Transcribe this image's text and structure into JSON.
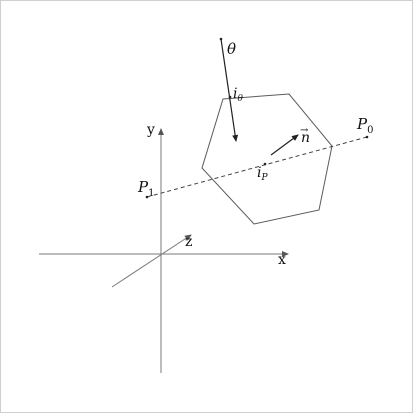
{
  "labels": {
    "theta": "θ",
    "i_theta_base": "i",
    "i_theta_sub": "θ",
    "n_vec": "n",
    "n_arrow": "→",
    "i_p_base": "i",
    "i_p_sub": "P",
    "p0_base": "P",
    "p0_sub": "0",
    "p1_base": "P",
    "p1_sub": "1",
    "axis_x": "x",
    "axis_y": "y",
    "axis_z": "z"
  },
  "colors": {
    "axis": "#7a7a7a",
    "polygon": "#5a5a5a",
    "ink": "#222222"
  }
}
